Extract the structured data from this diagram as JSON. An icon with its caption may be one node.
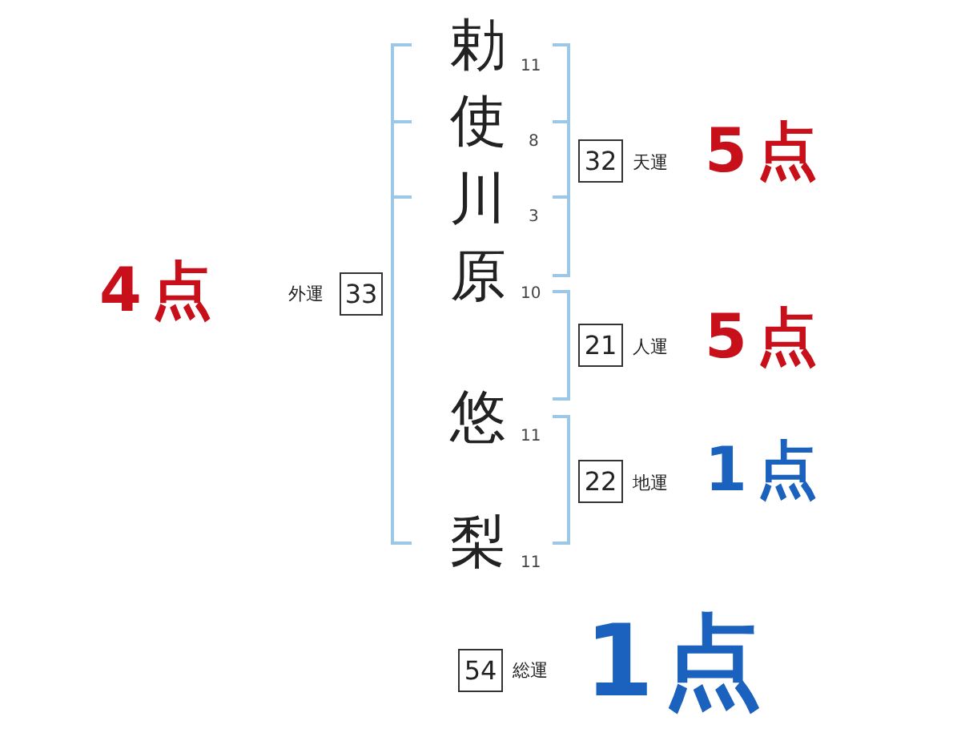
{
  "diagram": {
    "nodes": [
      {
        "text": [
          "33"
        ],
        "beside": [
          "外運",
          "4点"
        ]
      },
      {
        "text": [
          "32"
        ],
        "beside": [
          "天運",
          "5点"
        ]
      },
      {
        "text": [
          "21"
        ],
        "beside": [
          "人運",
          "5点"
        ]
      },
      {
        "text": [
          "22"
        ],
        "beside": [
          "地運",
          "1点"
        ]
      },
      {
        "text": [
          "54"
        ],
        "beside": [
          "総運",
          "1点"
        ]
      }
    ],
    "labels": [
      "勅",
      "11",
      "使",
      "8",
      "川",
      "3",
      "原",
      "10",
      "悠",
      "11",
      "梨",
      "11"
    ]
  }
}
